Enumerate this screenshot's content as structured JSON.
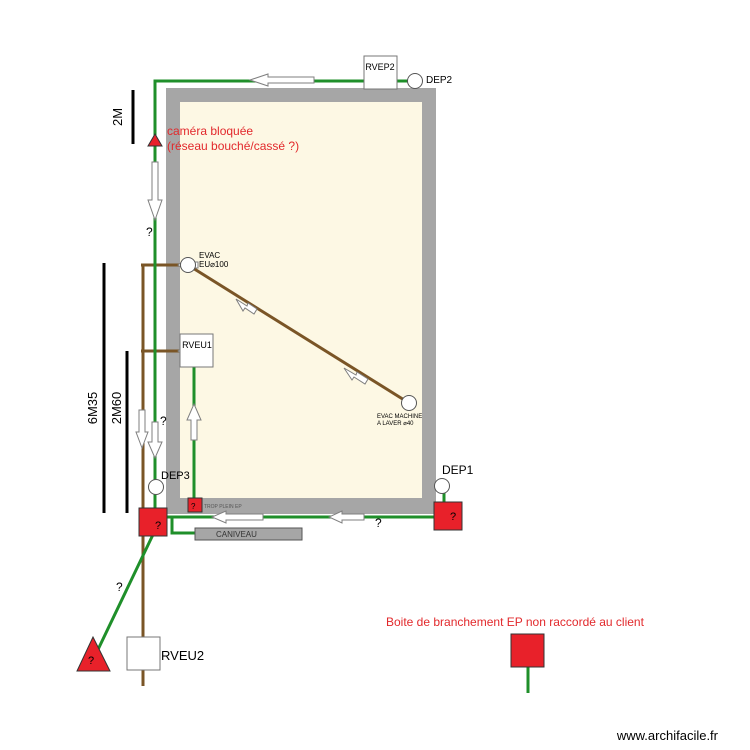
{
  "labels": {
    "rvep2": "RVEP2",
    "dep2": "DEP2",
    "dep1": "DEP1",
    "dep3": "DEP3",
    "rveu1": "RVEU1",
    "rveu2": "RVEU2",
    "evac_line1": "EVAC",
    "evac_line2": "EU⌀100",
    "evac_machine_line1": "EVAC MACHINE",
    "evac_machine_line2": "A LAVER ⌀40",
    "trop_plein": "TROP PLEIN EP",
    "caniveau": "CANIVEAU",
    "camera_line1": "caméra bloquée",
    "camera_line2": "(réseau bouché/cassé ?)",
    "legend_text": "Boite de branchement EP non raccordé au client",
    "watermark": "www.archifacile.fr"
  },
  "dimensions": {
    "dim_2m": "2M",
    "dim_6m35": "6M35",
    "dim_2m60": "2M60"
  },
  "question_marks": [
    "?",
    "?",
    "?",
    "?",
    "?",
    "?",
    "?",
    "?"
  ],
  "colors": {
    "wall": "#a6a6a6",
    "room_fill": "#fdf8e4",
    "ep_pipe": "#1f8f2a",
    "eu_pipe": "#7a5526",
    "box_red": "#e8212a",
    "note_red": "#e2292c",
    "caniveau_fill": "#a6a6a6"
  },
  "icons": {
    "arrow": "hollow-flow-arrow",
    "manhole": "circle-regard",
    "box": "red-square-box",
    "triangle": "red-triangle-box"
  }
}
